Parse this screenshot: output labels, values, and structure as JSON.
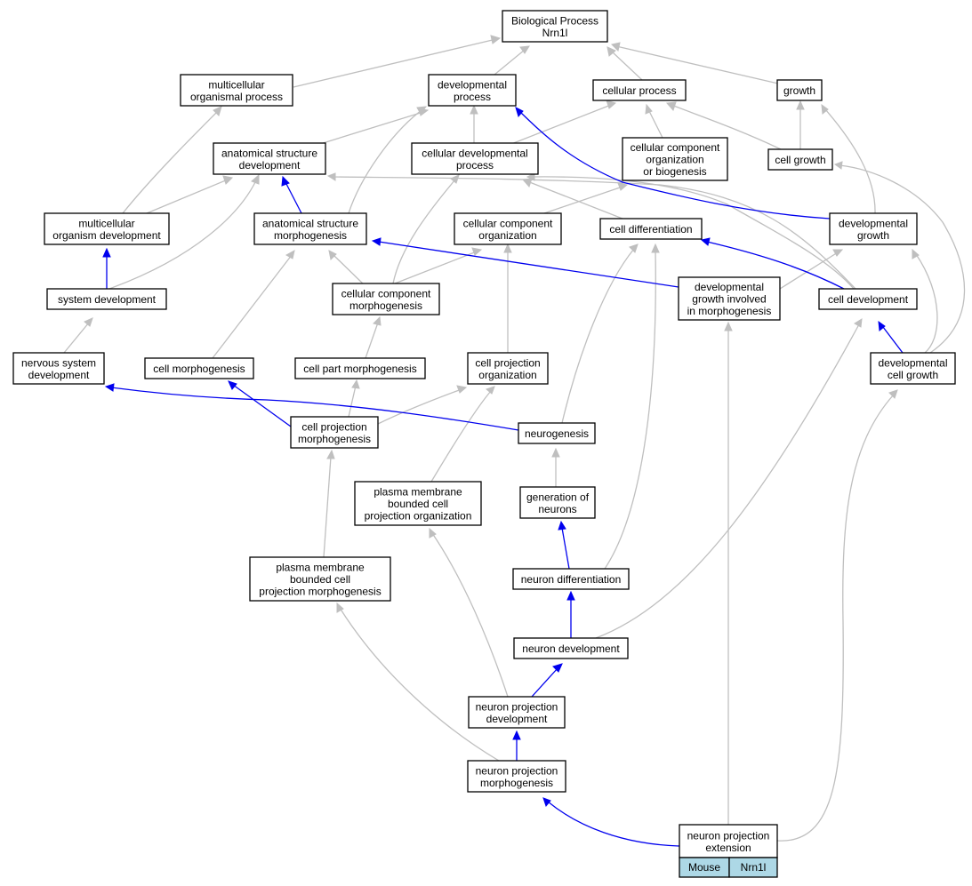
{
  "colors": {
    "is_a_edge": "#bfbfbf",
    "part_of_edge": "#0000ee",
    "annotation_cell": "#add8e6"
  },
  "nodes": {
    "bp": [
      "Biological Process",
      "Nrn1l"
    ],
    "mop": [
      "multicellular",
      "organismal process"
    ],
    "devproc": [
      "developmental",
      "process"
    ],
    "cellproc": [
      "cellular process"
    ],
    "growth": [
      "growth"
    ],
    "asd": [
      "anatomical structure",
      "development"
    ],
    "cdp": [
      "cellular developmental",
      "process"
    ],
    "ccob": [
      "cellular component",
      "organization",
      "or biogenesis"
    ],
    "cellgrowth": [
      "cell growth"
    ],
    "mod": [
      "multicellular",
      "organism development"
    ],
    "asm": [
      "anatomical structure",
      "morphogenesis"
    ],
    "cco": [
      "cellular component",
      "organization"
    ],
    "celldiff": [
      "cell differentiation"
    ],
    "devgrowth": [
      "developmental",
      "growth"
    ],
    "sysdev": [
      "system development"
    ],
    "ccm": [
      "cellular component",
      "morphogenesis"
    ],
    "dgim": [
      "developmental",
      "growth involved",
      "in morphogenesis"
    ],
    "celldev": [
      "cell development"
    ],
    "nsd": [
      "nervous system",
      "development"
    ],
    "cellmorph": [
      "cell morphogenesis"
    ],
    "cpm": [
      "cell part morphogenesis"
    ],
    "cpo": [
      "cell projection",
      "organization"
    ],
    "dcg": [
      "developmental",
      "cell growth"
    ],
    "cpmorph": [
      "cell projection",
      "morphogenesis"
    ],
    "neurogenesis": [
      "neurogenesis"
    ],
    "pmbcpo": [
      "plasma membrane",
      "bounded cell",
      "projection organization"
    ],
    "gon": [
      "generation of",
      "neurons"
    ],
    "pmbcpm": [
      "plasma membrane",
      "bounded cell",
      "projection morphogenesis"
    ],
    "neurondiff": [
      "neuron differentiation"
    ],
    "neurondev": [
      "neuron development"
    ],
    "npd": [
      "neuron projection",
      "development"
    ],
    "npm": [
      "neuron projection",
      "morphogenesis"
    ],
    "npe": [
      "neuron projection",
      "extension"
    ]
  },
  "annotation": {
    "organism": "Mouse",
    "gene": "Nrn1l"
  }
}
